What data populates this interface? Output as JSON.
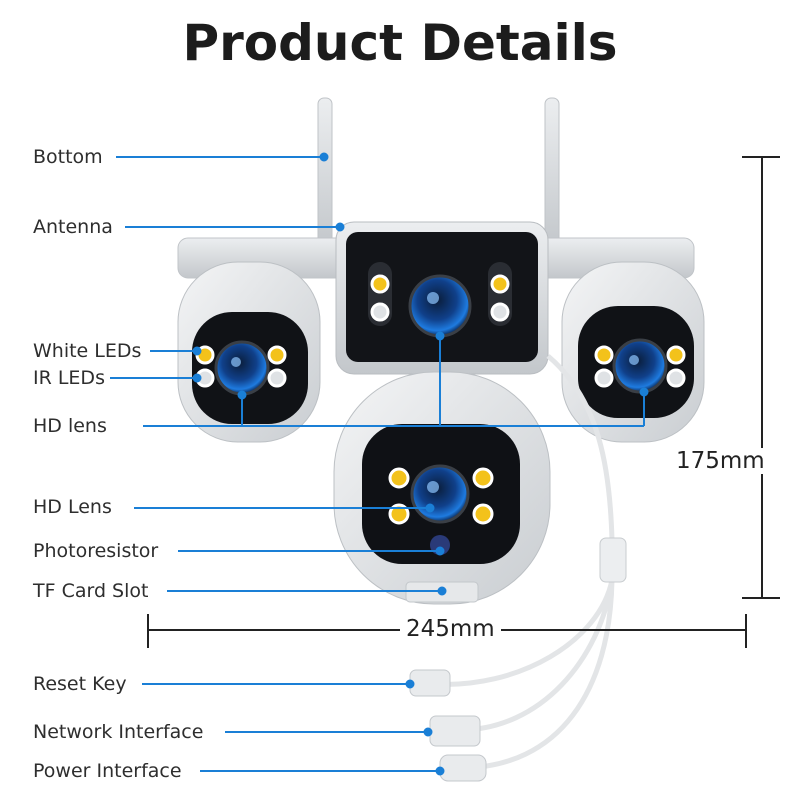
{
  "title": "Product Details",
  "callouts": {
    "bottom": "Bottom",
    "antenna": "Antenna",
    "white_leds": "White LEDs",
    "ir_leds": "IR LEDs",
    "hd_lens_1": "HD lens",
    "hd_lens_2": "HD Lens",
    "photoresistor": "Photoresistor",
    "tf_card_slot": "TF Card Slot",
    "reset_key": "Reset Key",
    "network_interface": "Network Interface",
    "power_interface": "Power Interface"
  },
  "dimensions": {
    "height": "175mm",
    "width": "245mm"
  },
  "colors": {
    "callout_line": "#1a7fd6",
    "camera_body": "#d9dcdf",
    "lens_blue": "#1e7be0",
    "led_yellow": "#f3c21b"
  }
}
